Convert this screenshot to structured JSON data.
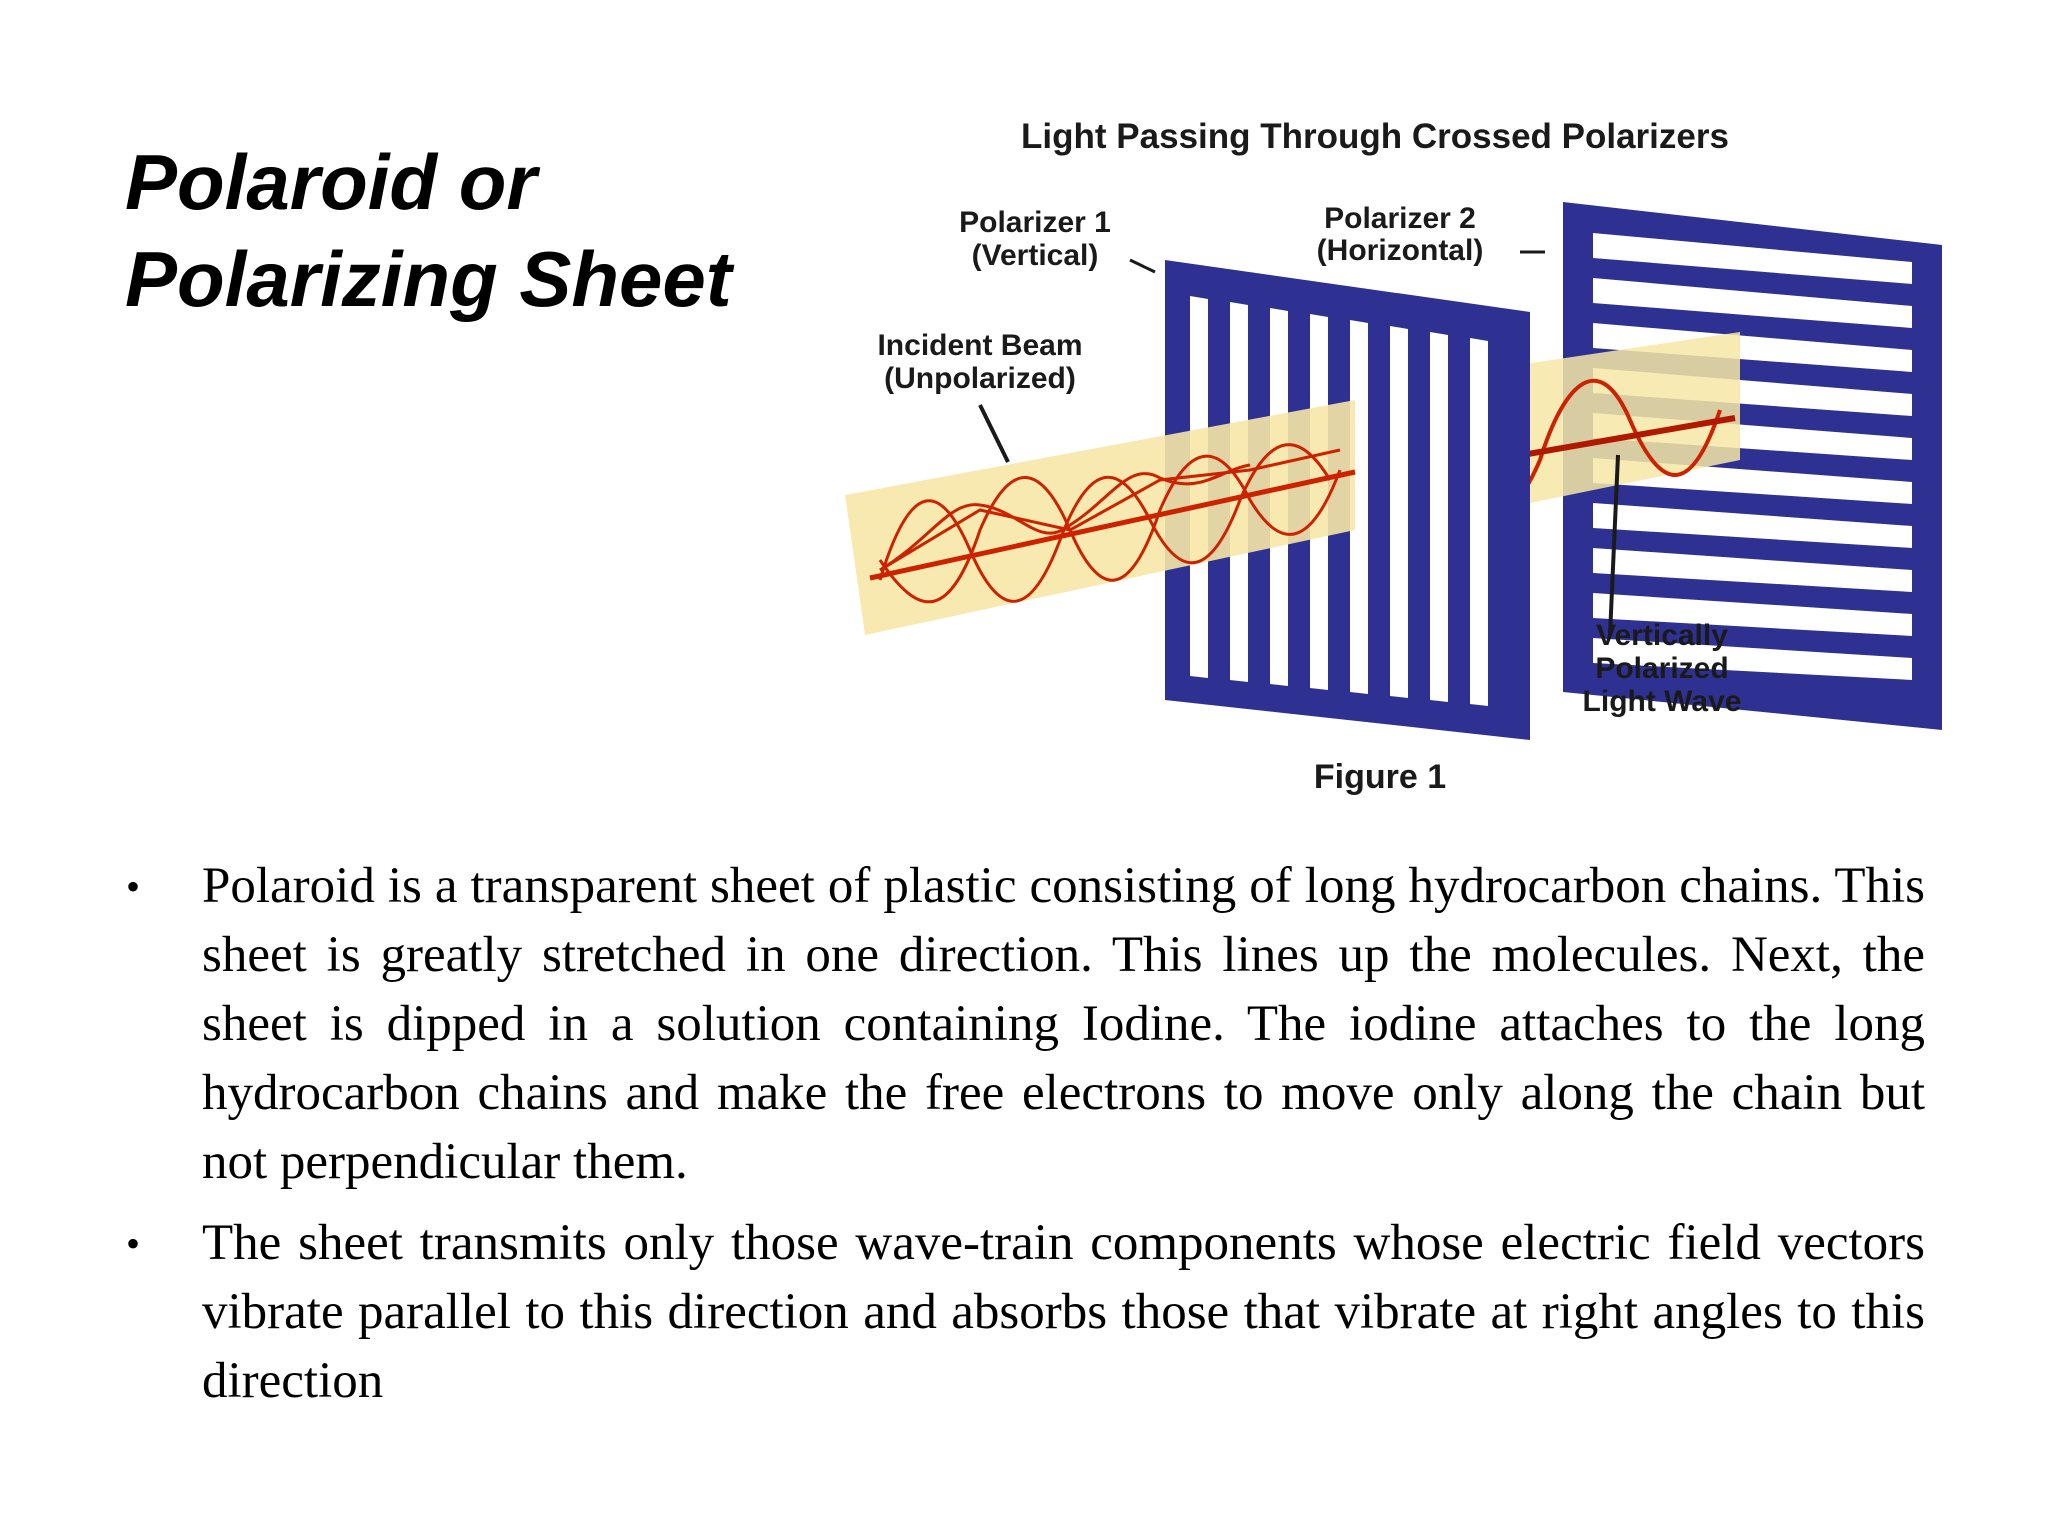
{
  "slide": {
    "title_line1": "Polaroid or",
    "title_line2": "Polarizing Sheet"
  },
  "figure": {
    "title": "Light Passing Through Crossed Polarizers",
    "polarizer1_line1": "Polarizer 1",
    "polarizer1_line2": "(Vertical)",
    "polarizer2_line1": "Polarizer 2",
    "polarizer2_line2": "(Horizontal)",
    "incident_line1": "Incident Beam",
    "incident_line2": "(Unpolarized)",
    "vertical_line1": "Vertically",
    "vertical_line2": "Polarized",
    "vertical_line3": "Light Wave",
    "caption": "Figure 1",
    "colors": {
      "polarizer": "#2e3192",
      "beam": "#f6e7a6",
      "wave": "#cc2200"
    }
  },
  "bullets": [
    "Polaroid is a transparent sheet of plastic consisting of long hydrocarbon chains. This sheet is greatly stretched in one direction. This lines up the molecules. Next, the sheet is dipped in a solution containing Iodine. The iodine attaches to the long hydrocarbon chains and make the free electrons to move only along the chain but not perpendicular them.",
    "The sheet transmits only those wave-train components whose electric field vectors vibrate parallel to this  direction and absorbs those that vibrate at right angles to this direction"
  ],
  "bullet_marker": "•"
}
